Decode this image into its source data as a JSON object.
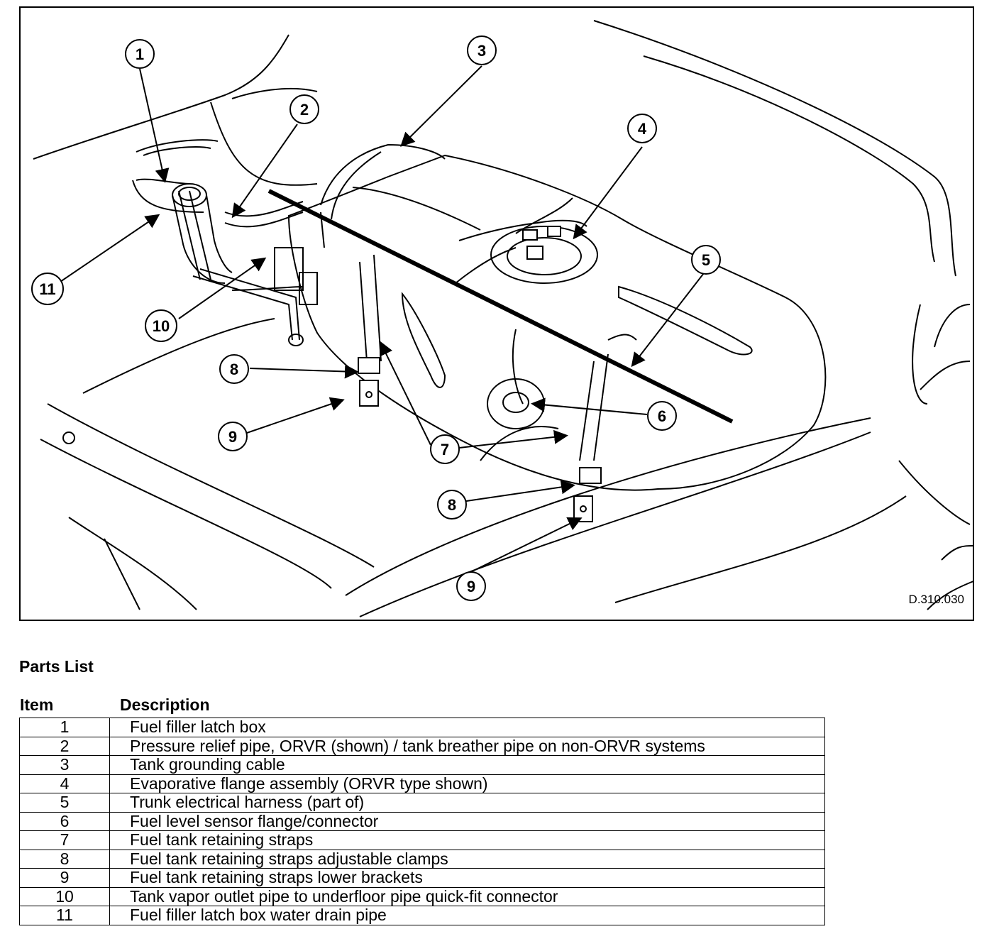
{
  "figure": {
    "figure_id": "D.310.030",
    "callouts": [
      "1",
      "2",
      "3",
      "4",
      "5",
      "6",
      "7",
      "8",
      "9",
      "10",
      "11",
      "8",
      "9"
    ]
  },
  "parts": {
    "title": "Parts List",
    "header_item": "Item",
    "header_description": "Description",
    "rows": [
      {
        "item": "1",
        "description": "Fuel filler latch box"
      },
      {
        "item": "2",
        "description": "Pressure relief pipe, ORVR (shown) / tank breather pipe on non-ORVR systems"
      },
      {
        "item": "3",
        "description": "Tank grounding cable"
      },
      {
        "item": "4",
        "description": "Evaporative flange assembly (ORVR type shown)"
      },
      {
        "item": "5",
        "description": "Trunk electrical harness (part of)"
      },
      {
        "item": "6",
        "description": "Fuel level sensor flange/connector"
      },
      {
        "item": "7",
        "description": "Fuel tank retaining straps"
      },
      {
        "item": "8",
        "description": "Fuel tank retaining straps adjustable clamps"
      },
      {
        "item": "9",
        "description": "Fuel tank retaining straps lower brackets"
      },
      {
        "item": "10",
        "description": "Tank vapor outlet pipe to underfloor pipe quick-fit connector"
      },
      {
        "item": "11",
        "description": "Fuel filler latch box water drain pipe"
      }
    ]
  }
}
